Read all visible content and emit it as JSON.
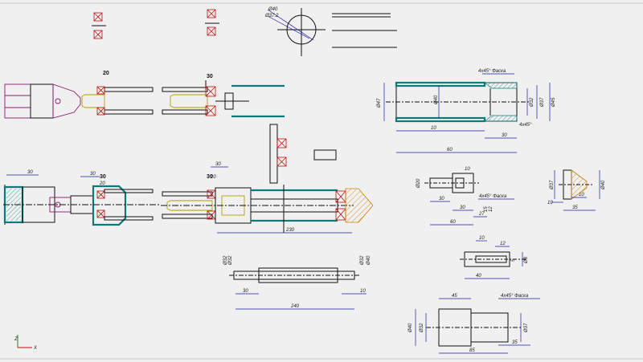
{
  "drawing": {
    "stage_labels": [
      "20",
      "30",
      "30",
      "30"
    ],
    "circle_labels": [
      "Ø40",
      "Ø37.2"
    ],
    "dims_stage3": [
      "30",
      "30",
      "20"
    ],
    "dims_stage4": [
      "30",
      "20",
      "230"
    ],
    "dims_shaft": [
      "30",
      "240",
      "10",
      "Ø32",
      "Ø32",
      "Ø32",
      "Ø40"
    ],
    "dims_sleeve": [
      "Ø47",
      "Ø40",
      "10",
      "60",
      "30",
      "4x45° Фаска",
      "4x45°",
      "Ø32",
      "Ø37",
      "Ø45"
    ],
    "dims_detail_a": [
      "Ø20",
      "10",
      "30",
      "30",
      "60",
      "27",
      "4x45° Фаска",
      "15",
      "12"
    ],
    "dims_detail_b": [
      "Ø37",
      "Ø40",
      "10",
      "10",
      "35"
    ],
    "dims_pin": [
      "10",
      "12",
      "40",
      "5",
      "Ø8"
    ],
    "dims_bushing": [
      "45",
      "Ø40",
      "Ø32",
      "Ø37",
      "85",
      "35",
      "4x45° Фаска"
    ],
    "axis_labels": [
      "Z",
      "X"
    ]
  },
  "colors": {
    "background": "#f0f0f0",
    "outline": "#111111",
    "dimension": "#1a1aa0",
    "bearing": "#c01010",
    "housing": "#0a7a7a",
    "hatch": "#d08000",
    "part": "#8a1a6a",
    "slider": "#b0a000"
  }
}
